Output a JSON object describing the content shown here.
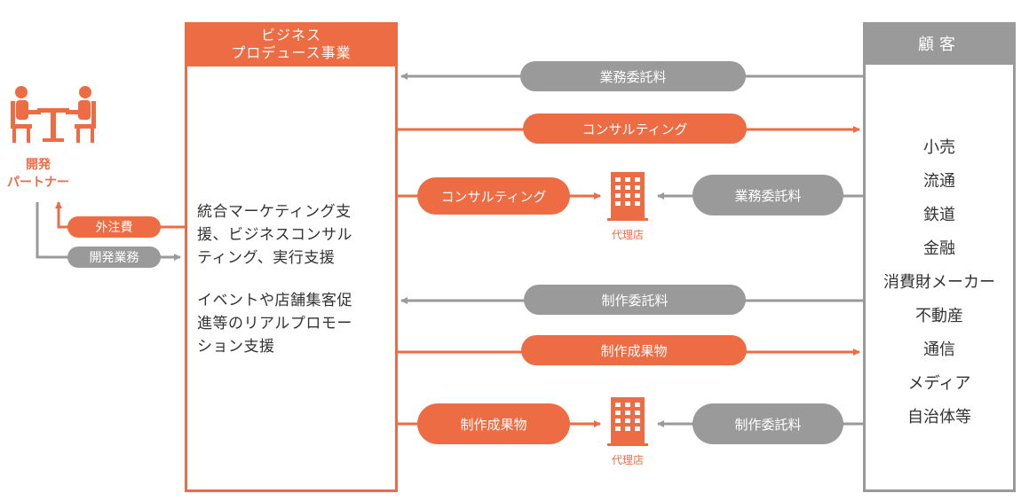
{
  "colors": {
    "accent": "#EE6C43",
    "gray": "#9A9A9A",
    "text": "#333333"
  },
  "business": {
    "title_line1": "ビジネス",
    "title_line2": "プロデュース事業",
    "desc1": [
      "統合マーケティング支",
      "援、ビジネスコンサル",
      "ティング、実行支援"
    ],
    "desc2": [
      "イベントや店舗集客促",
      "進等のリアルプロモー",
      "ション支援"
    ]
  },
  "customer": {
    "title": "顧客",
    "items": [
      "小売",
      "流通",
      "鉄道",
      "金融",
      "消費財メーカー",
      "不動産",
      "通信",
      "メディア",
      "自治体等"
    ]
  },
  "partner": {
    "label_line1": "開発",
    "label_line2": "パートナー",
    "outsourcing_fee": "外注費",
    "dev_work": "開発業務",
    "icon": "meeting-people-icon"
  },
  "flows": {
    "business_fee": "業務委託料",
    "consulting": "コンサルティング",
    "consulting_agency": "コンサルティング",
    "business_fee_agency": "業務委託料",
    "production_fee": "制作委託料",
    "deliverables": "制作成果物",
    "deliverables_agency": "制作成果物",
    "production_fee_agency": "制作委託料"
  },
  "agency": {
    "label": "代理店",
    "icon": "building-icon"
  }
}
